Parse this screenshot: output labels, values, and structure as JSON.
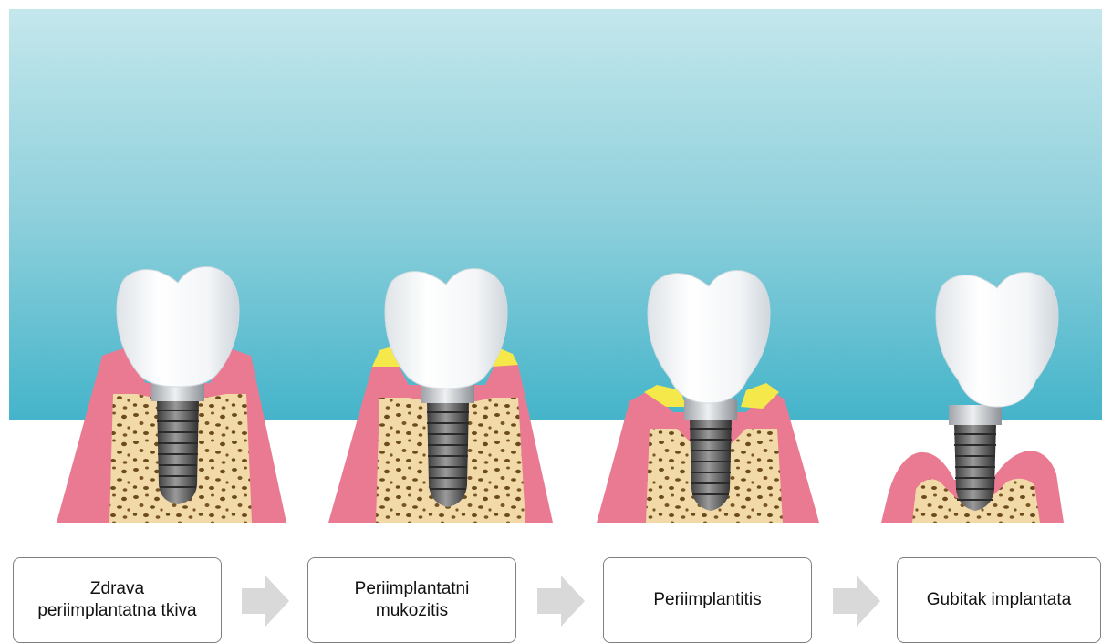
{
  "stages": [
    {
      "label": "Zdrava\nperiimplantatna tkiva"
    },
    {
      "label": "Periimplantatni\nmukozitis"
    },
    {
      "label": "Periimplantitis"
    },
    {
      "label": "Gubitak implantata"
    }
  ],
  "colors": {
    "sky_top": "#bfe5ea",
    "sky_bottom": "#49b7cc",
    "gum": "#e97a92",
    "bone": "#f2d9a8",
    "bone_pores": "#6b4a1c",
    "plaque": "#f5e84a",
    "implant": "#6b6b6b",
    "crown": "#f4f6f8",
    "arrow": "#d9d9d9",
    "box_border": "#7f7f7f"
  }
}
